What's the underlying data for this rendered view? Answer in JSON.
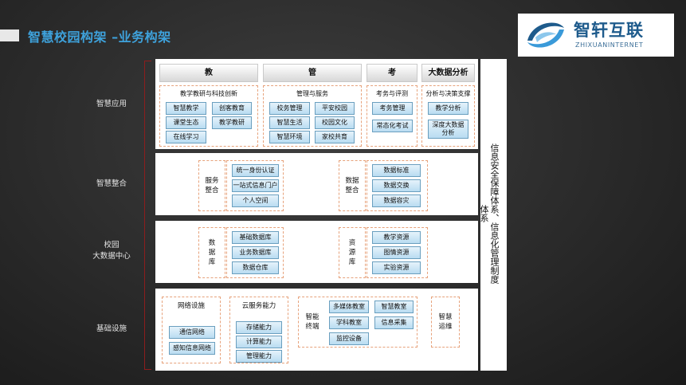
{
  "title": "智慧校园构架 –业务构架",
  "logo": {
    "name_cn": "智轩互联",
    "name_en": "ZHIXUANINTERNET"
  },
  "side_panel": "信息安全保障体系、信息化管理制度体系",
  "layers": [
    {
      "label": "智慧应用"
    },
    {
      "label": "智慧整合"
    },
    {
      "label": "校园\n大数据中心"
    },
    {
      "label": "基础设施"
    }
  ],
  "app_layer": {
    "columns": [
      {
        "header": "教",
        "sub": "教学教研与科技创新",
        "items": [
          "智慧教学",
          "创客教育",
          "课堂生态",
          "教学教研",
          "在线学习"
        ]
      },
      {
        "header": "管",
        "sub": "管理与服务",
        "items": [
          "校务管理",
          "平安校园",
          "智慧生活",
          "校园文化",
          "智慧环境",
          "家校共育"
        ]
      },
      {
        "header": "考",
        "sub": "考务与评测",
        "items": [
          "考务管理",
          "常态化考试"
        ]
      },
      {
        "header": "大数据分析",
        "sub": "分析与决策支撑",
        "items": [
          "教学分析",
          "深度大数据\n分析"
        ]
      }
    ]
  },
  "integration_layer": {
    "groups": [
      {
        "label": "服务\n整合",
        "items": [
          "统一身份认证",
          "一站式信息门户",
          "个人空间"
        ]
      },
      {
        "label": "数据\n整合",
        "items": [
          "数据标准",
          "数据交换",
          "数据容灾"
        ]
      }
    ]
  },
  "data_layer": {
    "groups": [
      {
        "label": "数\n据\n库",
        "items": [
          "基础数据库",
          "业务数据库",
          "数据仓库"
        ]
      },
      {
        "label": "资\n源\n库",
        "items": [
          "教学资源",
          "图情资源",
          "实验资源"
        ]
      }
    ]
  },
  "infra_layer": {
    "network": {
      "title": "网络设施",
      "items": [
        "通信网络",
        "感知信息网络"
      ]
    },
    "cloud": {
      "title": "云服务能力",
      "items": [
        "存储能力",
        "计算能力",
        "管理能力"
      ]
    },
    "terminal": {
      "label": "智能\n终端",
      "items": [
        "多媒体教室",
        "智慧教室",
        "学科教室",
        "信息采集",
        "监控设备"
      ]
    },
    "ops": {
      "label": "智慧\n运维"
    }
  }
}
